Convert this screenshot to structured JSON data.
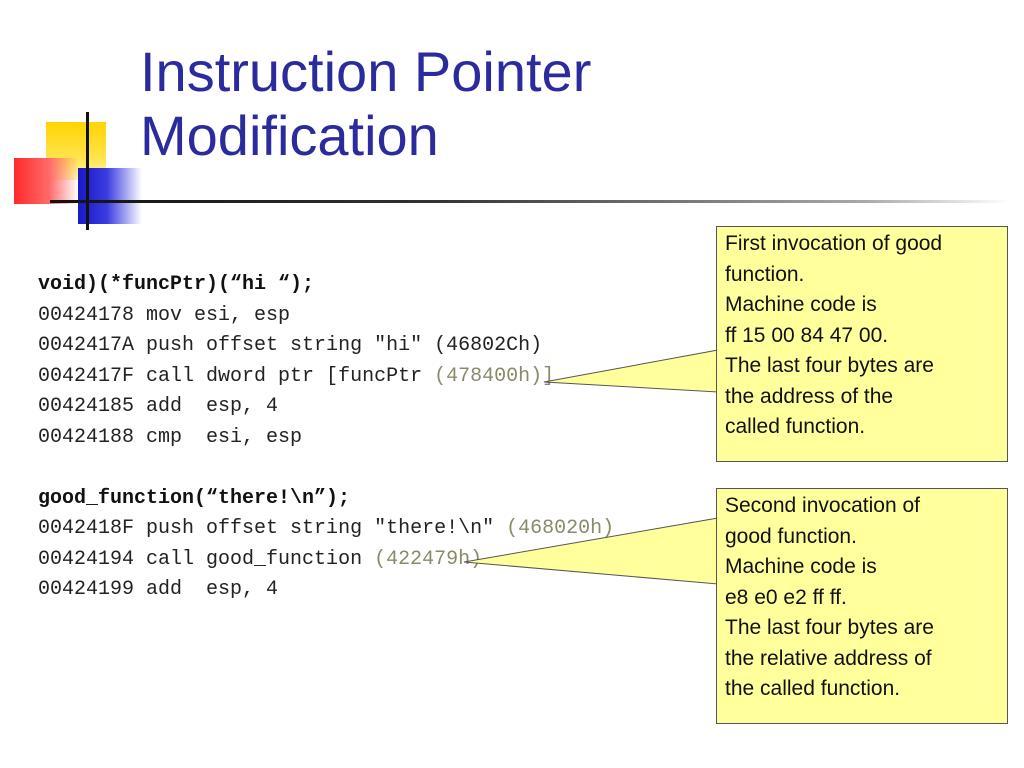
{
  "title": {
    "line1": "Instruction Pointer",
    "line2": "Modification"
  },
  "code": {
    "block1": [
      {
        "text": "void)(*funcPtr)(“hi “);",
        "bold": true
      },
      {
        "addr": "00424178",
        "instr": "mov esi, esp"
      },
      {
        "addr": "0042417A",
        "instr": "push offset string \"hi\" (46802Ch)"
      },
      {
        "addr": "0042417F",
        "instr": "call dword ptr [funcPtr ",
        "tail": "(478400h)]"
      },
      {
        "addr": "00424185",
        "instr": "add  esp, 4"
      },
      {
        "addr": "00424188",
        "instr": "cmp  esi, esp"
      }
    ],
    "block2": [
      {
        "text": "good_function(“there!\\n”);",
        "bold": true
      },
      {
        "addr": "0042418F",
        "instr": "push offset string \"there!\\n\" ",
        "tail": "(468020h)"
      },
      {
        "addr": "00424194",
        "instr": "call good_function ",
        "tail": "(422479h)"
      },
      {
        "addr": "00424199",
        "instr": "add  esp, 4"
      }
    ]
  },
  "callouts": [
    {
      "lines": [
        "First invocation of good",
        "function.",
        "Machine code is",
        "ff 15 00 84 47 00.",
        "The last four bytes are",
        "the address of the",
        "called function."
      ]
    },
    {
      "lines": [
        "Second invocation of",
        "good function.",
        "Machine code is",
        "e8 e0 e2 ff ff.",
        "The last four bytes are",
        "the relative address of",
        "the called function."
      ]
    }
  ],
  "colors": {
    "title": "#2b2b9e",
    "callout_bg": "#ffff9c"
  }
}
